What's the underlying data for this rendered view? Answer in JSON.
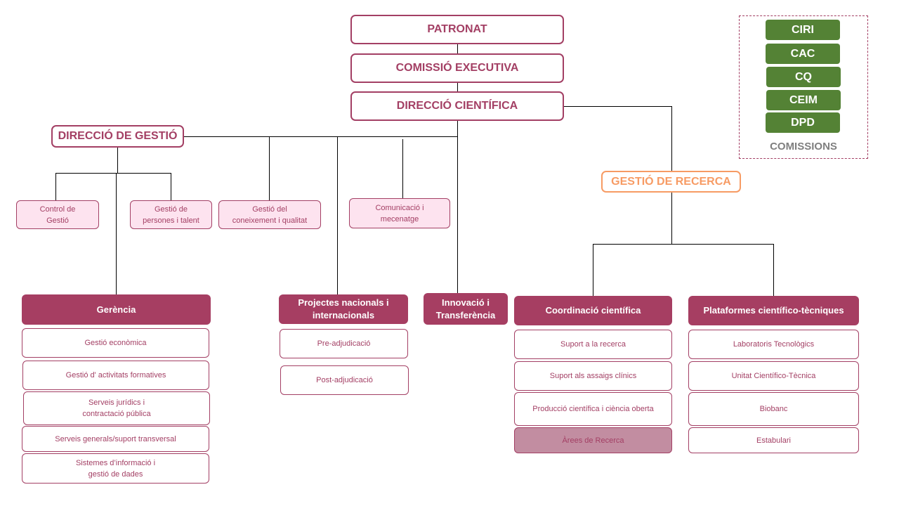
{
  "top_chain": {
    "patronat": "PATRONAT",
    "comissio_executiva": "COMISSIÓ EXECUTIVA",
    "direccio_cientifica": "DIRECCIÓ CIENTÍFICA"
  },
  "direccio_gestio": {
    "title": "DIRECCIÓ DE GESTIÓ",
    "units": [
      {
        "label": "Control de\nGestió"
      },
      {
        "label": "Gestió de\npersones i talent"
      },
      {
        "label": "Gestió del\nconeixement  i qualitat"
      },
      {
        "label": "Comunicació i\nmecenatge"
      }
    ]
  },
  "gestio_recerca": {
    "title": "GESTIÓ DE RECERCA"
  },
  "commissions": {
    "label": "COMISSIONS",
    "items": [
      "CIRI",
      "CAC",
      "CQ",
      "CEIM",
      "DPD"
    ]
  },
  "departments": {
    "gerencia": {
      "title": "Gerència",
      "items": [
        "Gestió econòmica",
        "Gestió d' activitats formatives",
        "Serveis jurídics i\ncontractació pública",
        "Serveis generals/suport transversal",
        "Sistemes d’informació i\ngestió de dades"
      ]
    },
    "projectes": {
      "title": "Projectes nacionals i\ninternacionals",
      "items": [
        "Pre-adjudicació",
        "Post-adjudicació"
      ]
    },
    "innovacio": {
      "title": "Innovació i\nTransferència"
    },
    "coordinacio": {
      "title": "Coordinació científica",
      "items": [
        "Suport a la recerca",
        "Suport als assaigs clínics",
        "Producció científica i ciència oberta",
        "Àrees de Recerca"
      ]
    },
    "plataformes": {
      "title": "Plataformes científico-tècniques",
      "items": [
        "Laboratoris Tecnològics",
        "Unitat Científico-Tècnica",
        "Biobanc",
        "Estabulari"
      ]
    }
  },
  "colors": {
    "primary": "#a63e62",
    "accent_orange": "#f79b64",
    "commission_green": "#548235",
    "unit_pink_bg": "#fde3ef",
    "tinted_item_bg": "#c28da1"
  }
}
